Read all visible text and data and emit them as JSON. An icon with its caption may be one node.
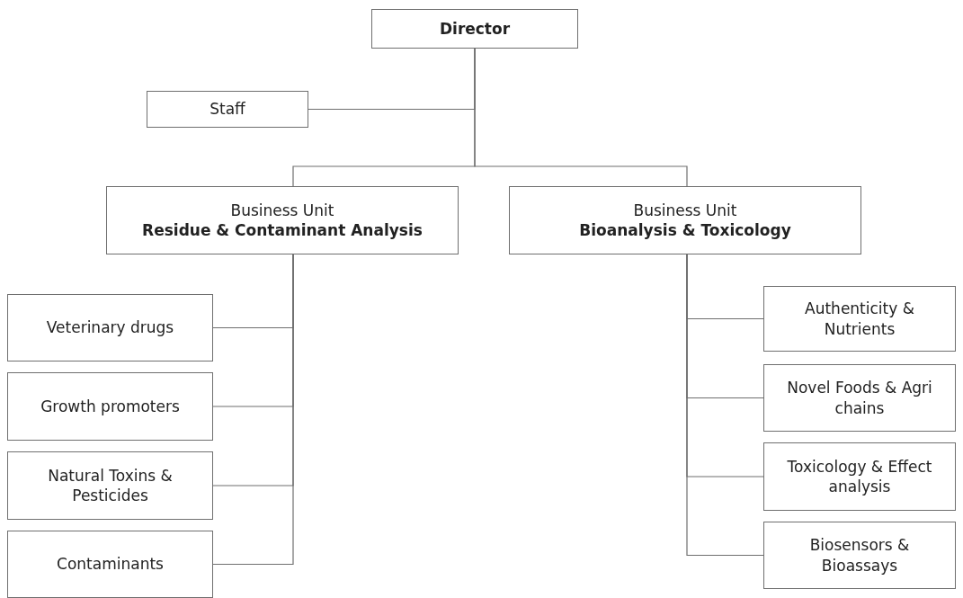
{
  "diagram": {
    "nodes": [
      {
        "text": [
          "Director"
        ]
      },
      {
        "text": [
          "Staff"
        ]
      },
      {
        "text": [
          "Business Unit",
          "Residue & Contaminant Analysis"
        ]
      },
      {
        "text": [
          "Business Unit",
          "Bioanalysis & Toxicology"
        ]
      },
      {
        "text": [
          "Veterinary drugs"
        ]
      },
      {
        "text": [
          "Growth promoters"
        ]
      },
      {
        "text": [
          "Natural Toxins & Pesticides"
        ]
      },
      {
        "text": [
          "Contaminants"
        ]
      },
      {
        "text": [
          "Authenticity & Nutrients"
        ]
      },
      {
        "text": [
          "Novel Foods & Agri chains"
        ]
      },
      {
        "text": [
          "Toxicology & Effect analysis"
        ]
      },
      {
        "text": [
          "Biosensors & Bioassays"
        ]
      }
    ],
    "edges": [
      {
        "from": 0,
        "to": 1,
        "arrow": "none"
      },
      {
        "from": 0,
        "to": 2,
        "arrow": "none"
      },
      {
        "from": 0,
        "to": 3,
        "arrow": "none"
      },
      {
        "from": 2,
        "to": 4,
        "arrow": "none"
      },
      {
        "from": 2,
        "to": 5,
        "arrow": "none"
      },
      {
        "from": 2,
        "to": 6,
        "arrow": "none"
      },
      {
        "from": 2,
        "to": 7,
        "arrow": "none"
      },
      {
        "from": 3,
        "to": 8,
        "arrow": "none"
      },
      {
        "from": 3,
        "to": 9,
        "arrow": "none"
      },
      {
        "from": 3,
        "to": 10,
        "arrow": "none"
      },
      {
        "from": 3,
        "to": 11,
        "arrow": "none"
      }
    ]
  }
}
